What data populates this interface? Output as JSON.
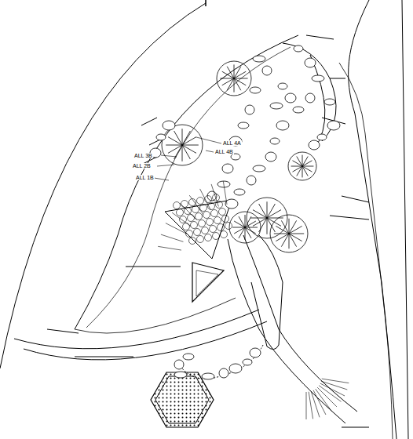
{
  "diagram": {
    "labels": [
      "ALL 4A",
      "ALL 3B",
      "ALL 4B",
      "ALL 2B",
      "ALL 1B"
    ]
  }
}
